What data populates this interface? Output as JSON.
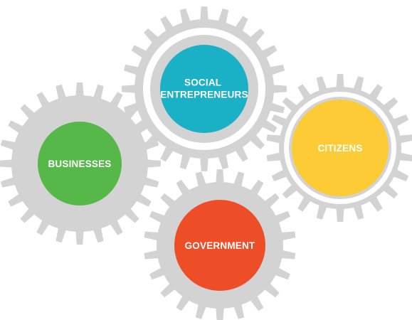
{
  "diagram": {
    "gears": [
      {
        "id": "social-entrepreneurs",
        "label_lines": [
          "SOCIAL",
          "ENTREPRENEURS"
        ],
        "color": "#1ab0c6"
      },
      {
        "id": "businesses",
        "label_lines": [
          "BUSINESSES"
        ],
        "color": "#55b848"
      },
      {
        "id": "citizens",
        "label_lines": [
          "CITIZENS"
        ],
        "color": "#fccb35"
      },
      {
        "id": "government",
        "label_lines": [
          "GOVERNMENT"
        ],
        "color": "#ee4e27"
      }
    ],
    "gear_color": "#d3d3d3",
    "background": "#ffffff"
  }
}
